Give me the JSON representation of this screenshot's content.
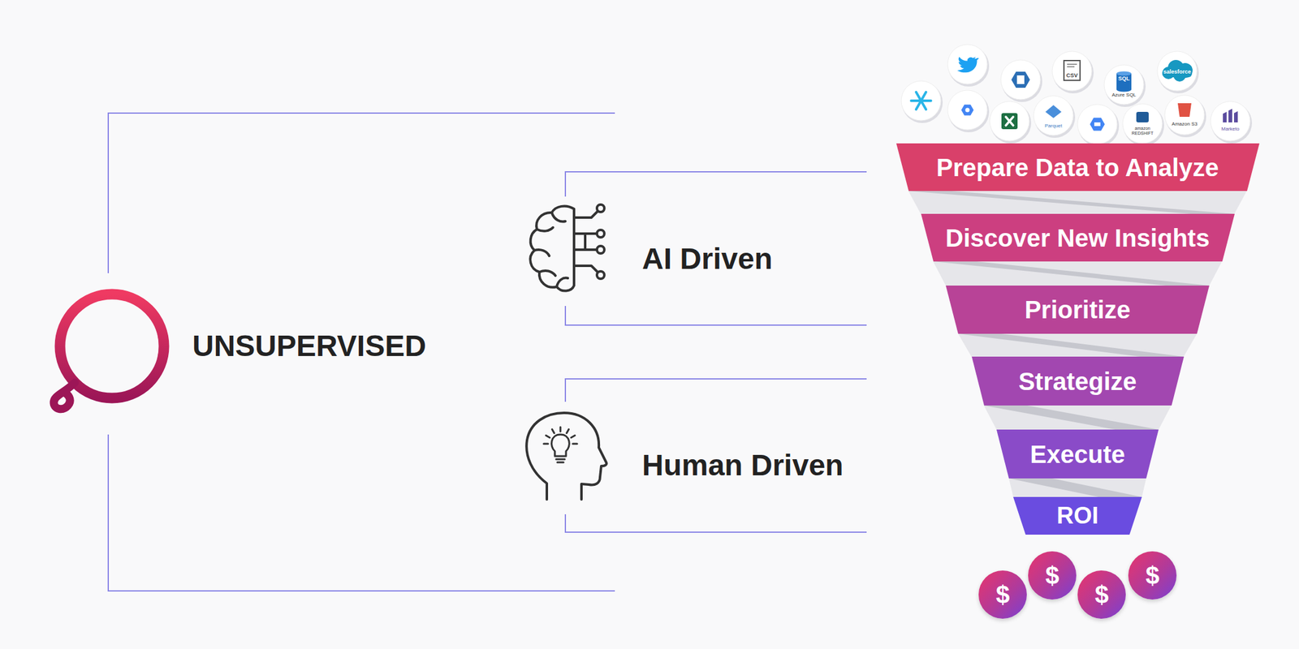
{
  "diagram": {
    "nodes": [
      {
        "text": [
          "Prepare Data to Analyze"
        ]
      },
      {
        "text": [
          "Discover New Insights"
        ]
      },
      {
        "text": [
          "Prioritize"
        ]
      },
      {
        "text": [
          "Strategize"
        ]
      },
      {
        "text": [
          "Execute"
        ]
      },
      {
        "text": [
          "ROI"
        ]
      },
      {
        "text": [
          "$"
        ]
      },
      {
        "text": [
          "$"
        ]
      },
      {
        "text": [
          "$"
        ]
      },
      {
        "text": [
          "$"
        ]
      }
    ],
    "labels": [
      "UNSUPERVISED",
      "AI Driven",
      "Human Driven",
      "CSV",
      "SQL",
      "Azure SQL",
      "Parquet",
      "salesforce",
      "Amazon S3",
      "amazon REDSHIFT",
      "Marketo"
    ]
  }
}
